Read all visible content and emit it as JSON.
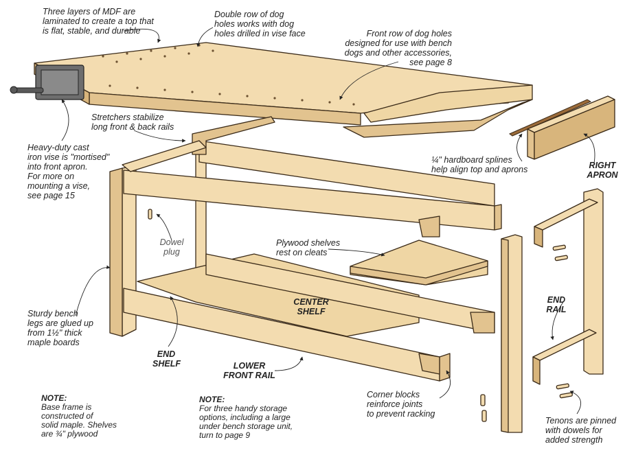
{
  "labels": {
    "mdf_top": [
      "Three layers of MDF are",
      "laminated to create a top that",
      "is flat, stable, and durable"
    ],
    "double_row": [
      "Double row of dog",
      "holes works with dog",
      "holes drilled in vise face"
    ],
    "front_row": [
      "Front row of dog holes",
      "designed for use with bench",
      "dogs and other accessories,",
      "see page 8"
    ],
    "stretchers": [
      "Stretchers stabilize",
      "long front & back rails"
    ],
    "vise": [
      "Heavy-duty cast",
      "iron vise is \"mortised\"",
      "into front apron.",
      "For more on",
      "mounting a vise,",
      "see page 15"
    ],
    "splines": [
      "¼\" hardboard splines",
      "help align top and aprons"
    ],
    "right_apron": [
      "RIGHT",
      "APRON"
    ],
    "dowel_plug": [
      "Dowel",
      "plug"
    ],
    "plywood_shelves": [
      "Plywood shelves",
      "rest on cleats"
    ],
    "center_shelf": [
      "CENTER",
      "SHELF"
    ],
    "end_rail": [
      "END",
      "RAIL"
    ],
    "legs": [
      "Sturdy bench",
      "legs are glued up",
      "from 1½\" thick",
      "maple boards"
    ],
    "end_shelf": [
      "END",
      "SHELF"
    ],
    "lower_front_rail": [
      "LOWER",
      "FRONT RAIL"
    ],
    "corner_blocks": [
      "Corner blocks",
      "reinforce joints",
      "to prevent racking"
    ],
    "tenons": [
      "Tenons are pinned",
      "with dowels for",
      "added strength"
    ]
  },
  "notes": {
    "left": {
      "heading": "NOTE:",
      "lines": [
        "Base frame is",
        "constructed of",
        "solid maple. Shelves",
        "are ¾\" plywood"
      ]
    },
    "middle": {
      "heading": "NOTE:",
      "lines": [
        "For three handy storage",
        "options, including a large",
        "under bench storage unit,",
        "turn to page 9"
      ]
    }
  },
  "colors": {
    "wood": "#f3dcb0",
    "wood_dark": "#e2c38f",
    "wood_edge": "#c9a46b",
    "plywood": "#efd6a4",
    "outline": "#3a2a18",
    "vise": "#6e6e6e",
    "spline": "#9b6b3a"
  }
}
